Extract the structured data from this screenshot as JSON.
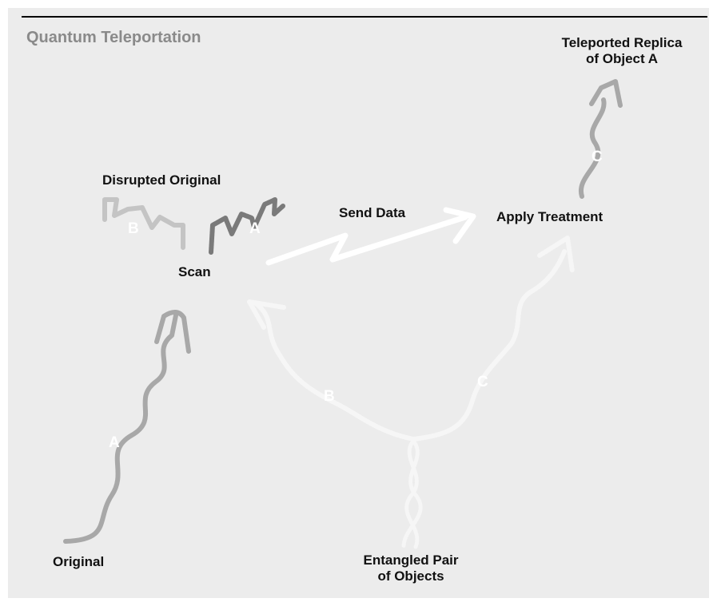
{
  "title": "Quantum Teleportation",
  "labels": {
    "teleported_replica_line1": "Teleported Replica",
    "teleported_replica_line2": "of Object A",
    "disrupted_original": "Disrupted Original",
    "send_data": "Send Data",
    "apply_treatment": "Apply Treatment",
    "scan": "Scan",
    "original": "Original",
    "entangled_pair_line1": "Entangled Pair",
    "entangled_pair_line2": "of Objects"
  },
  "path_letters": {
    "a_original": "A",
    "b_disrupted": "B",
    "a_scanned": "A",
    "b_entangled": "B",
    "c_entangled": "C",
    "c_replica": "C"
  },
  "colors": {
    "background": "#ececec",
    "title": "#8a8a8a",
    "path_gray": "#a8a8a8",
    "path_dark": "#777777",
    "path_white": "#ffffff",
    "text": "#111111"
  }
}
